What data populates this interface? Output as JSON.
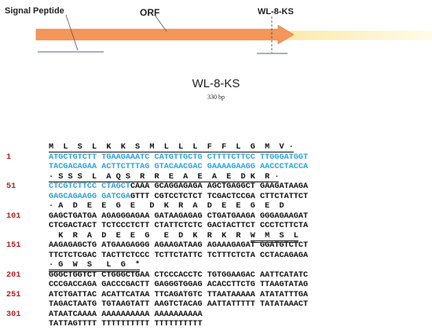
{
  "map": {
    "signal_peptide": "Signal Peptide",
    "orf": "ORF",
    "site": "WL-8-KS",
    "colors": {
      "arrow": "#f5965a",
      "tail": "#fdf1c0"
    }
  },
  "title": "WL-8-KS",
  "subtitle": "330 bp",
  "sequence": [
    {
      "num": "",
      "segs": [
        {
          "t": "M  L  S  L  K  K  S  M  L  L  L  F  F  L  G  M  V ·",
          "c": "ul aa"
        }
      ]
    },
    {
      "num": "1",
      "segs": [
        {
          "t": "ATGCTGTCTT TGAAGAAATC CATGTTGCTG CTTTTCTTCC TTGGGATGGT",
          "c": "blue"
        }
      ]
    },
    {
      "num": "",
      "segs": [
        {
          "t": "TACGACAGAA ACTTCTTTAG GTACAACGAC GAAAAGAAGG AACCCTACCA",
          "c": "blue"
        }
      ]
    },
    {
      "num": "",
      "segs": [
        {
          "t": "· S S S  L  A Q S  R  R  E  A  E  A  E  D K  R ·",
          "c": "ul aa"
        }
      ]
    },
    {
      "num": "51",
      "segs": [
        {
          "t": "CTCGTCTTCC CTAGCT",
          "c": "blue"
        },
        {
          "t": "CAAA GCAGGAGAGA AGCTGAGGCT GAAGATAAGA",
          "c": ""
        }
      ]
    },
    {
      "num": "",
      "segs": [
        {
          "t": "GAGCAGAAGG GATCGA",
          "c": "blue"
        },
        {
          "t": "GTTT CGTCCTCTCT TCGACTCCGA CTTCTATTCT",
          "c": ""
        }
      ]
    },
    {
      "num": "",
      "segs": [
        {
          "t": "· A  D  E  E  G  E   D  K  R  A  D  E  E  G  E  D",
          "c": "aa"
        }
      ]
    },
    {
      "num": "101",
      "segs": [
        {
          "t": "GAGCTGATGA AGAGGGAGAA GATAAGAGAG CTGATGAAGA GGGAGAAGAT",
          "c": ""
        }
      ]
    },
    {
      "num": "",
      "segs": [
        {
          "t": "CTCGACTACT TCTCCCTCTT CTATTCTCTC GACTACTTCT CCCTCTTCTA",
          "c": ""
        }
      ]
    },
    {
      "num": "",
      "segs": [
        {
          "t": "  K  R  A  D  E  E  G   E  D  K  R  K  R  ",
          "c": "aa"
        },
        {
          "t": "W  M  S  L",
          "c": "dul aa"
        }
      ]
    },
    {
      "num": "151",
      "segs": [
        {
          "t": "AAGAGAGCTG ATGAAGAGGG AGAAGATAAG AGAAAGAGAT GGATGTCTCT",
          "c": ""
        }
      ]
    },
    {
      "num": "",
      "segs": [
        {
          "t": "TTCTCTCGAC TACTTCTCCC TCTTCTATTC TCTTTCTCTA CCTACAGAGA",
          "c": ""
        }
      ]
    },
    {
      "num": "",
      "segs": [
        {
          "t": "· G  W  S   L  G  *",
          "c": "dul aa"
        }
      ]
    },
    {
      "num": "201",
      "segs": [
        {
          "t": "GGGCTGGTCT CTGGGCTGAA CTCCCACCTC TGTGGAAGAC AATTCATATC",
          "c": ""
        }
      ]
    },
    {
      "num": "",
      "segs": [
        {
          "t": "CCCGACCAGA GACCCGACTT GAGGGTGGAG ACACCTTCTG TTAAGTATAG",
          "c": ""
        }
      ]
    },
    {
      "num": "251",
      "segs": [
        {
          "t": "ATCTGATTAC ACATTCATAA TTCAGATGTC TTAATAAAAA ATATATTTGA",
          "c": ""
        }
      ]
    },
    {
      "num": "",
      "segs": [
        {
          "t": "TAGACTAATG TGTAAGTATT AAGTCTACAG AATTATTTTT TATATAAACT",
          "c": ""
        }
      ]
    },
    {
      "num": "301",
      "segs": [
        {
          "t": "ATAATCAAAA AAAAAAAAAA AAAAAAAAAA",
          "c": ""
        }
      ]
    },
    {
      "num": "",
      "segs": [
        {
          "t": "TATTAGTTTT TTTTTTTTTT TTTTTTTTTT",
          "c": ""
        }
      ]
    }
  ]
}
